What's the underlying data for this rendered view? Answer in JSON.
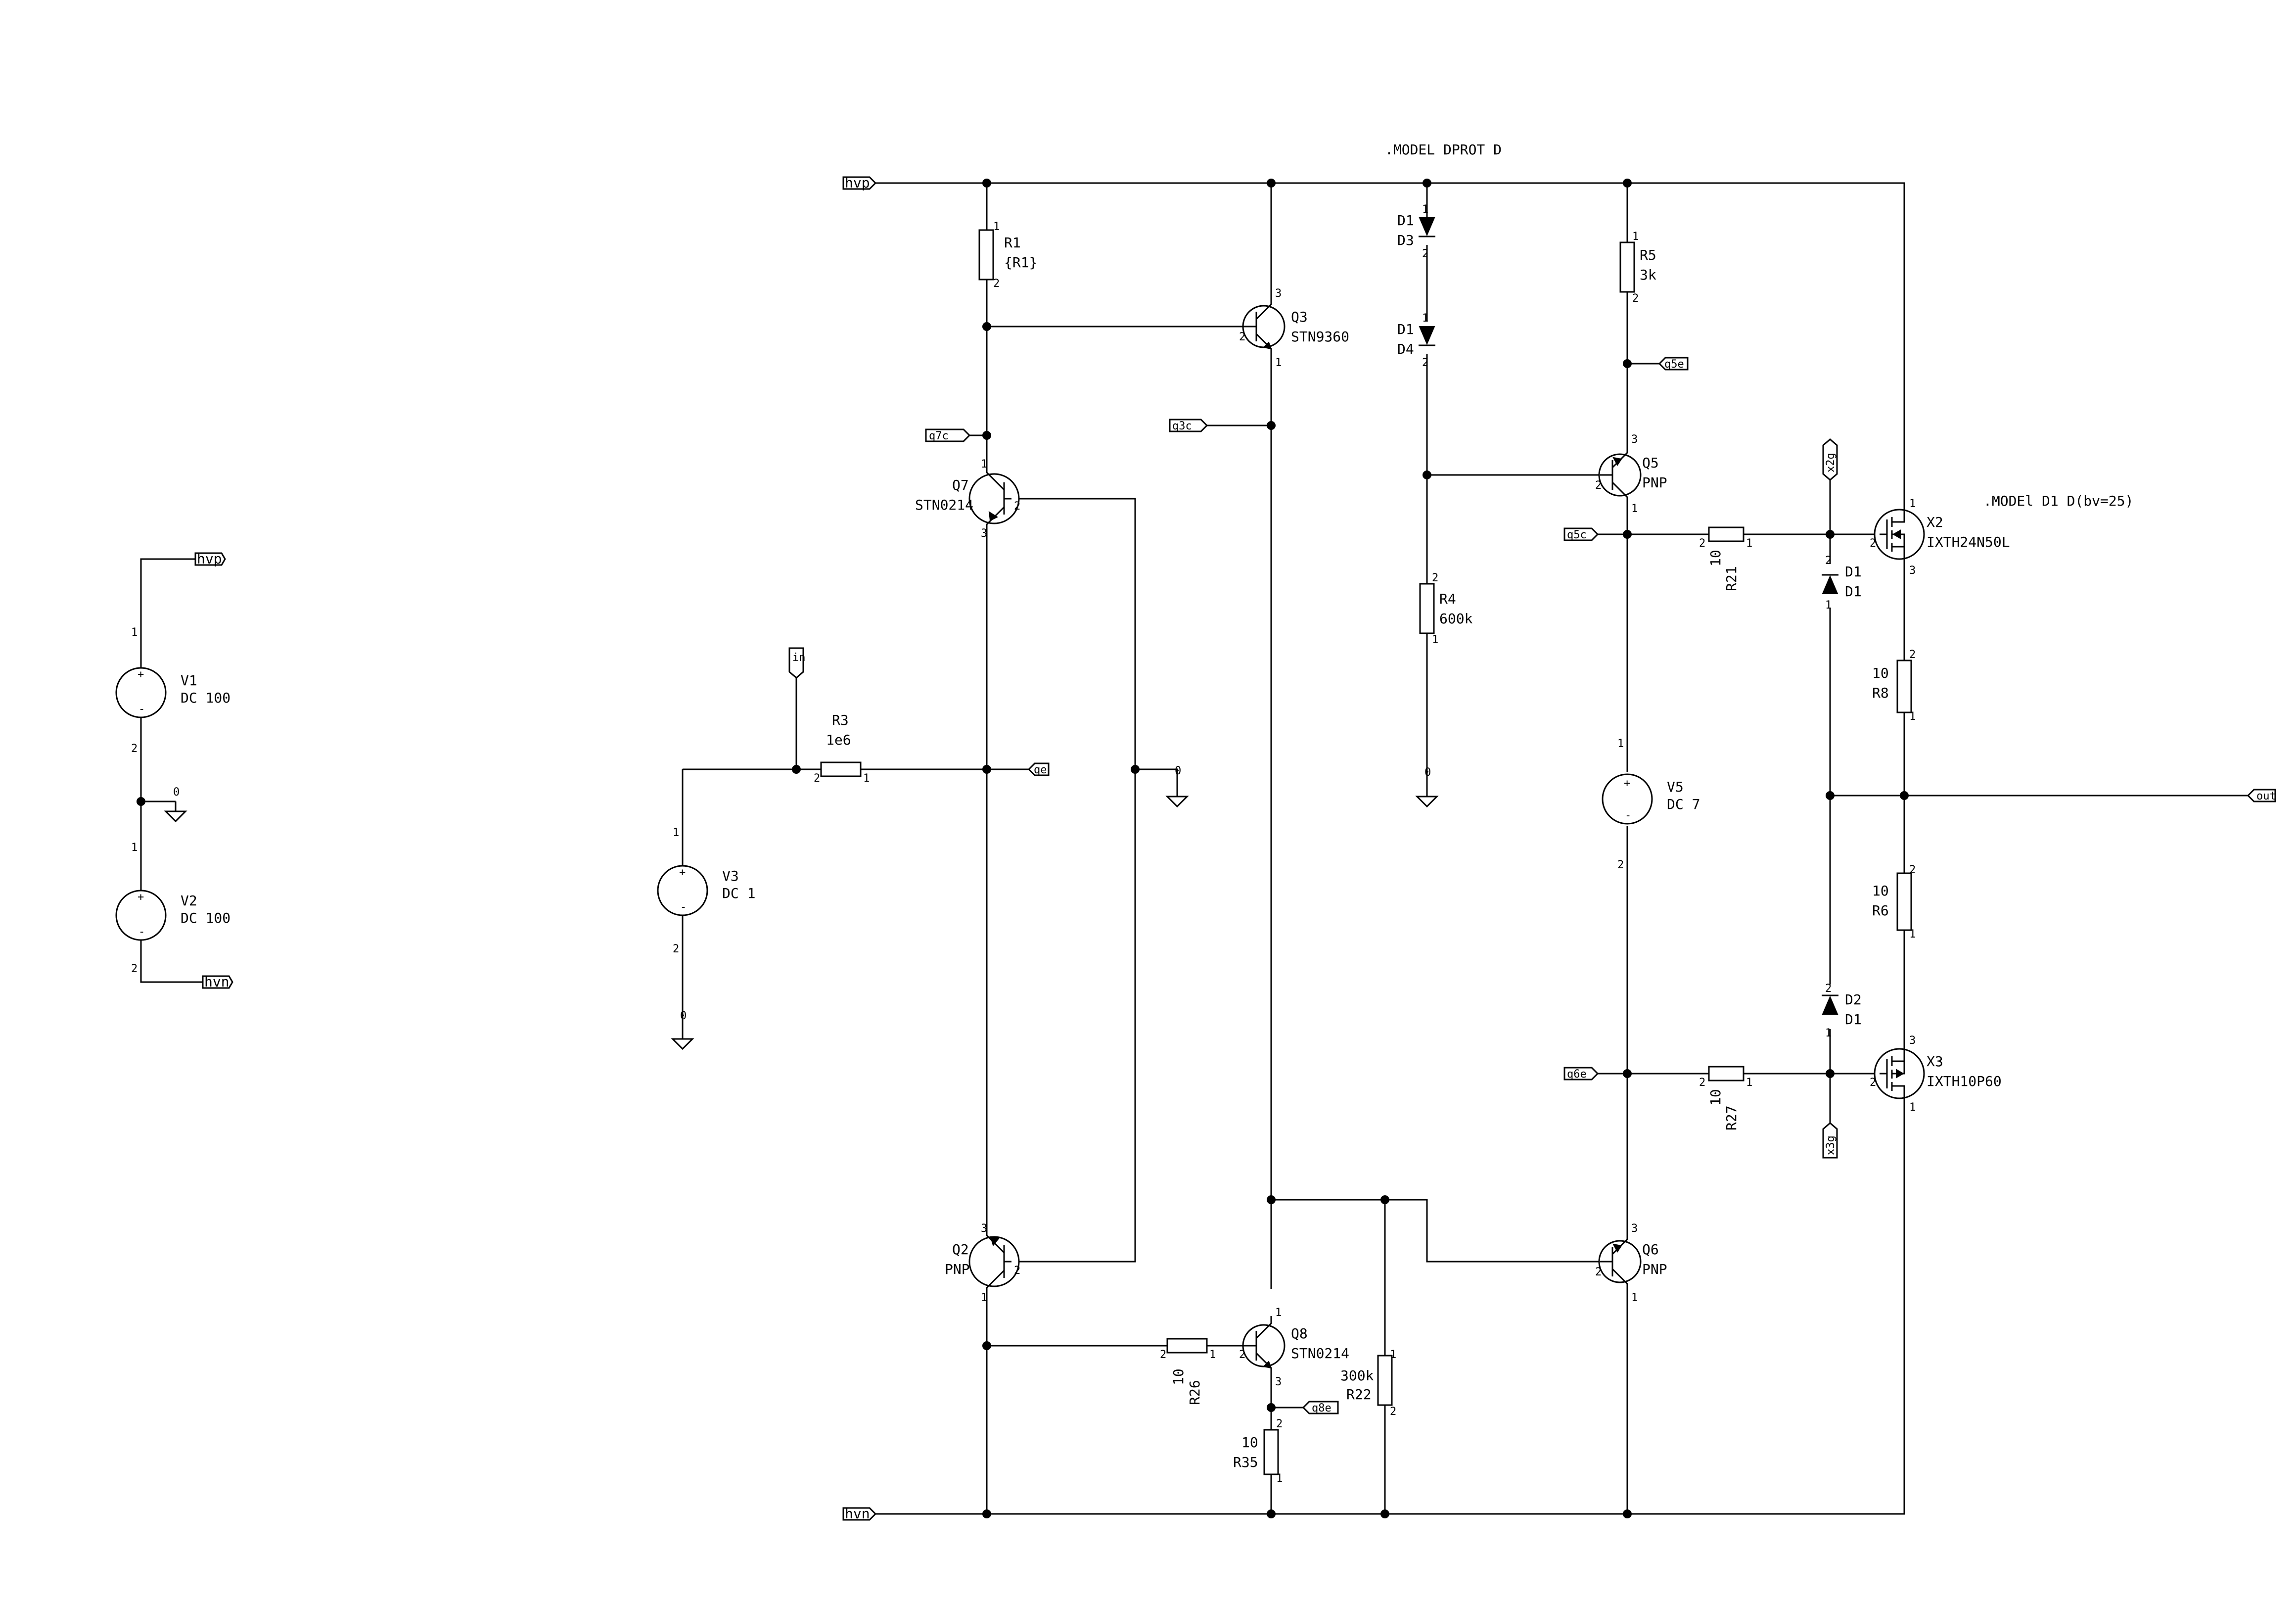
{
  "directives": {
    "model_dprot": ".MODEL DPROT D",
    "model_d1": ".MODEl D1 D(bv=25)"
  },
  "nets": {
    "hvp": "hvp",
    "hvn": "hvn",
    "in": "in",
    "qe": "qe",
    "q7c": "q7c",
    "q3c": "q3c",
    "q5e": "q5e",
    "q5c": "q5c",
    "q6e": "q6e",
    "q8e": "q8e",
    "x2g": "x2g",
    "x3g": "x3g",
    "out": "out",
    "gnd": "0"
  },
  "components": {
    "V1": {
      "ref": "V1",
      "value": "DC 100"
    },
    "V2": {
      "ref": "V2",
      "value": "DC 100"
    },
    "V3": {
      "ref": "V3",
      "value": "DC 1"
    },
    "V5": {
      "ref": "V5",
      "value": "DC 7"
    },
    "R1": {
      "ref": "R1",
      "value": "{R1}"
    },
    "R3": {
      "ref": "R3",
      "value": "1e6"
    },
    "R4": {
      "ref": "R4",
      "value": "600k"
    },
    "R5": {
      "ref": "R5",
      "value": "3k"
    },
    "R6": {
      "ref": "R6",
      "value": "10"
    },
    "R8": {
      "ref": "R8",
      "value": "10"
    },
    "R21": {
      "ref": "R21",
      "value": "10"
    },
    "R22": {
      "ref": "R22",
      "value": "300k"
    },
    "R26": {
      "ref": "R26",
      "value": "10"
    },
    "R27": {
      "ref": "R27",
      "value": "10"
    },
    "R35": {
      "ref": "R35",
      "value": "10"
    },
    "Q2": {
      "ref": "Q2",
      "value": "PNP"
    },
    "Q3": {
      "ref": "Q3",
      "value": "STN9360"
    },
    "Q5": {
      "ref": "Q5",
      "value": "PNP"
    },
    "Q6": {
      "ref": "Q6",
      "value": "PNP"
    },
    "Q7": {
      "ref": "Q7",
      "value": "STN0214"
    },
    "Q8": {
      "ref": "Q8",
      "value": "STN0214"
    },
    "X2": {
      "ref": "X2",
      "value": "IXTH24N50L"
    },
    "X3": {
      "ref": "X3",
      "value": "IXTH10P60"
    },
    "D1": {
      "ref": "D1",
      "value": "D1"
    },
    "D2": {
      "ref": "D2",
      "value": "D1"
    },
    "D3": {
      "ref": "D3",
      "value": "D1"
    },
    "D4": {
      "ref": "D4",
      "value": "D1"
    }
  },
  "pins": {
    "p1": "1",
    "p2": "2",
    "p3": "3"
  }
}
